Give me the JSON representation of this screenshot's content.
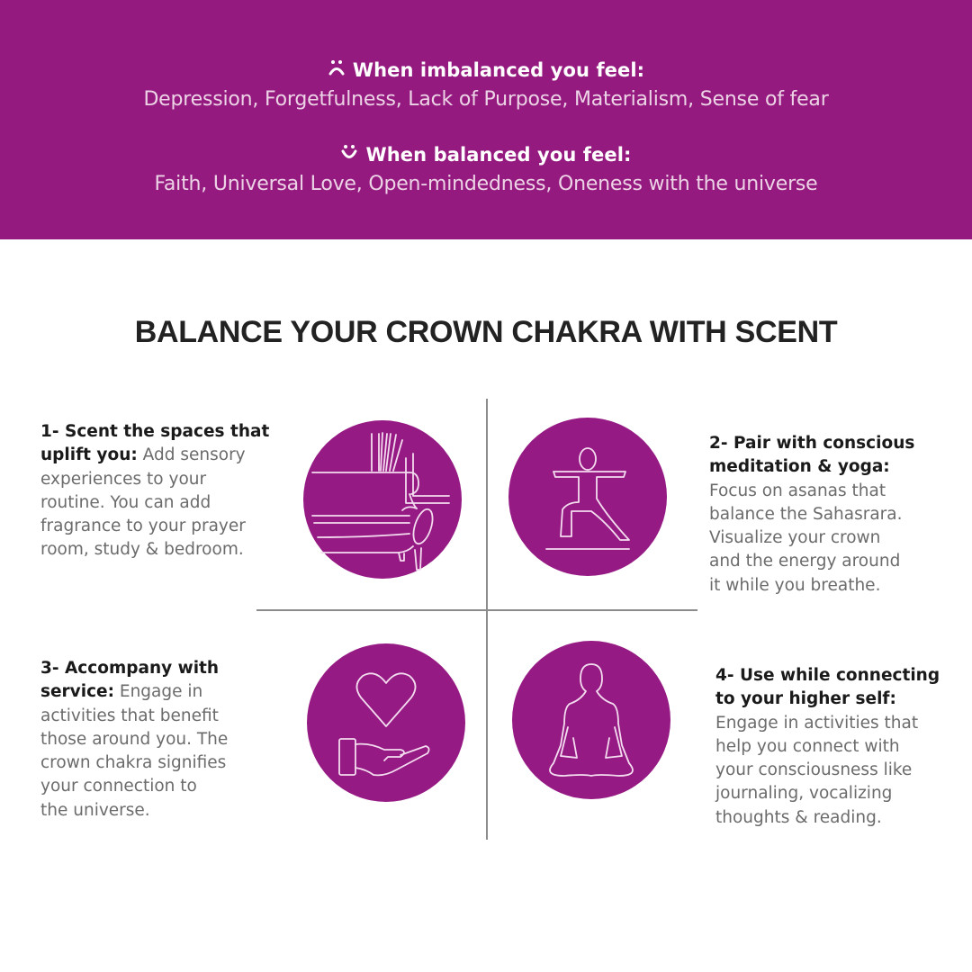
{
  "banner": {
    "background_color": "#951a7f",
    "imbalanced": {
      "icon": "sad-face-icon",
      "heading": "When imbalanced you feel:",
      "feelings": "Depression, Forgetfulness, Lack of Purpose, Materialism, Sense of fear"
    },
    "balanced": {
      "icon": "smile-face-icon",
      "heading": "When balanced you feel:",
      "feelings": "Faith, Universal Love, Open-mindedness, Oneness with the universe"
    }
  },
  "main": {
    "title": "BALANCE YOUR CROWN CHAKRA WITH SCENT",
    "accent_color": "#961a83",
    "tips": [
      {
        "icon": "sofa-room-icon",
        "lead_lines": [
          "1- Scent the spaces that",
          "uplift you:"
        ],
        "body_lines": [
          "Add sensory",
          "experiences to your",
          "routine. You can add",
          "fragrance to your prayer",
          "room, study & bedroom."
        ]
      },
      {
        "icon": "yoga-pose-icon",
        "lead_lines": [
          "2- Pair with conscious",
          "meditation & yoga:"
        ],
        "body_lines": [
          "Focus on asanas that",
          "balance the Sahasrara.",
          "Visualize your crown",
          "and the energy around",
          "it while you breathe."
        ]
      },
      {
        "icon": "heart-hand-icon",
        "lead_lines": [
          "3- Accompany with",
          "service:"
        ],
        "body_lines": [
          "Engage in",
          "activities that benefit",
          "those around you. The",
          "crown chakra signifies",
          "your connection to",
          "the universe."
        ]
      },
      {
        "icon": "meditation-icon",
        "lead_lines": [
          "4- Use while connecting",
          "to your higher self:"
        ],
        "body_lines": [
          "Engage in activities that",
          "help you connect with",
          "your consciousness like",
          "journaling, vocalizing",
          "thoughts & reading."
        ]
      }
    ]
  }
}
